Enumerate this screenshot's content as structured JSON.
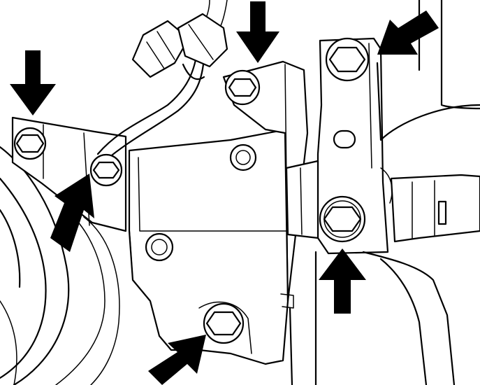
{
  "figure": {
    "kind": "technical-line-drawing",
    "ink_color": "#000000",
    "background_color": "#ffffff",
    "bolts_indicated": 6,
    "arrows": [
      {
        "id": "arrow-top-left",
        "direction": "down"
      },
      {
        "id": "arrow-left-lower",
        "direction": "up-right"
      },
      {
        "id": "arrow-top-center",
        "direction": "down"
      },
      {
        "id": "arrow-top-right",
        "direction": "down-left"
      },
      {
        "id": "arrow-right-lower",
        "direction": "up"
      },
      {
        "id": "arrow-bottom",
        "direction": "up-right"
      }
    ]
  }
}
